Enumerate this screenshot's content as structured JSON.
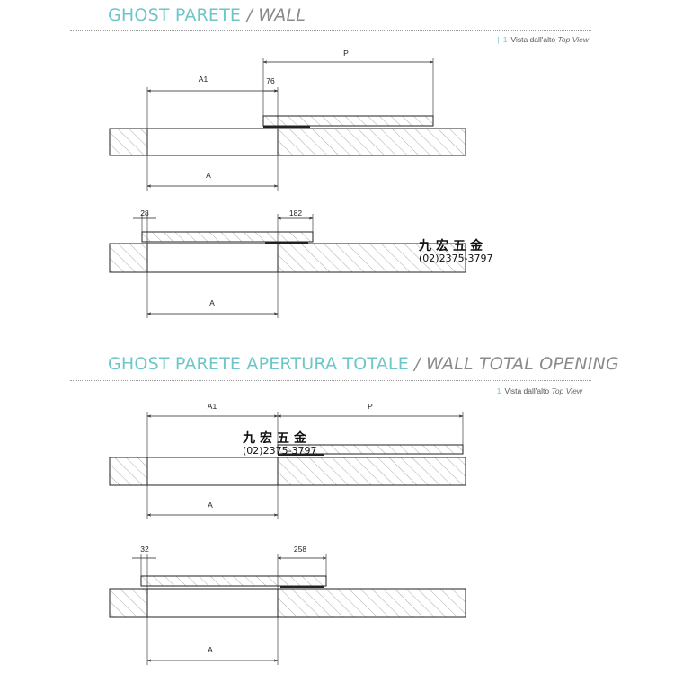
{
  "sections": [
    {
      "title_it": "GHOST PARETE",
      "separator": " / ",
      "title_en": "WALL",
      "view": {
        "bar": "|",
        "number": "1",
        "label_it": "Vista dall'alto",
        "label_en": "Top View"
      },
      "dims": {
        "A1": "A1",
        "P": "P",
        "d76": "76",
        "A_top": "A",
        "d28": "28",
        "d182": "182",
        "A_bottom": "A"
      }
    },
    {
      "title_it": "GHOST PARETE APERTURA TOTALE",
      "separator": " / ",
      "title_en": "WALL TOTAL OPENING",
      "view": {
        "bar": "|",
        "number": "1",
        "label_it": "Vista dall'alto",
        "label_en": "Top View"
      },
      "dims": {
        "A1": "A1",
        "P": "P",
        "A_top": "A",
        "d32": "32",
        "d258": "258",
        "A_bottom": "A"
      }
    }
  ],
  "watermark": {
    "chinese": "九宏五金",
    "phone": "(02)2375-3797"
  },
  "colors": {
    "accent": "#6fc6c8",
    "title_en": "#8a8a8a",
    "line": "#222222"
  }
}
